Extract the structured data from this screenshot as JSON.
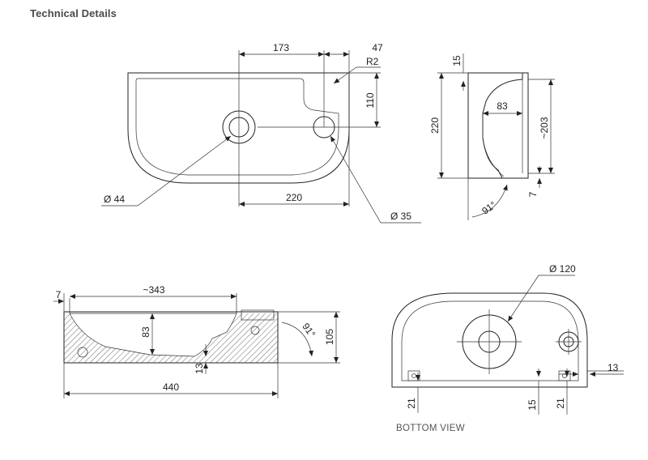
{
  "header": {
    "title": "Technical Details"
  },
  "top_view": {
    "dim_width_to_tap": "173",
    "dim_right_offset": "47",
    "dim_radius": "R2",
    "dim_height_tap": "110",
    "dim_width": "220",
    "dim_waste_diameter": "Ø 44",
    "dim_tap_diameter": "Ø 35"
  },
  "side_view": {
    "dim_top_thickness": "15",
    "dim_depth": "83",
    "dim_height": "220",
    "dim_inner_height": "~203",
    "dim_base": "7",
    "dim_angle": "91°"
  },
  "section_view": {
    "dim_lip": "7",
    "dim_inner_length": "~343",
    "dim_depth": "83",
    "dim_height": "105",
    "dim_angle": "91°",
    "dim_bottom": "13",
    "dim_length": "440"
  },
  "bottom_view": {
    "dim_outlet_diameter": "Ø 120",
    "dim_edge": "13",
    "dim_foot_left": "21",
    "dim_foot_mid": "15",
    "dim_foot_right": "21",
    "caption": "BOTTOM VIEW"
  }
}
